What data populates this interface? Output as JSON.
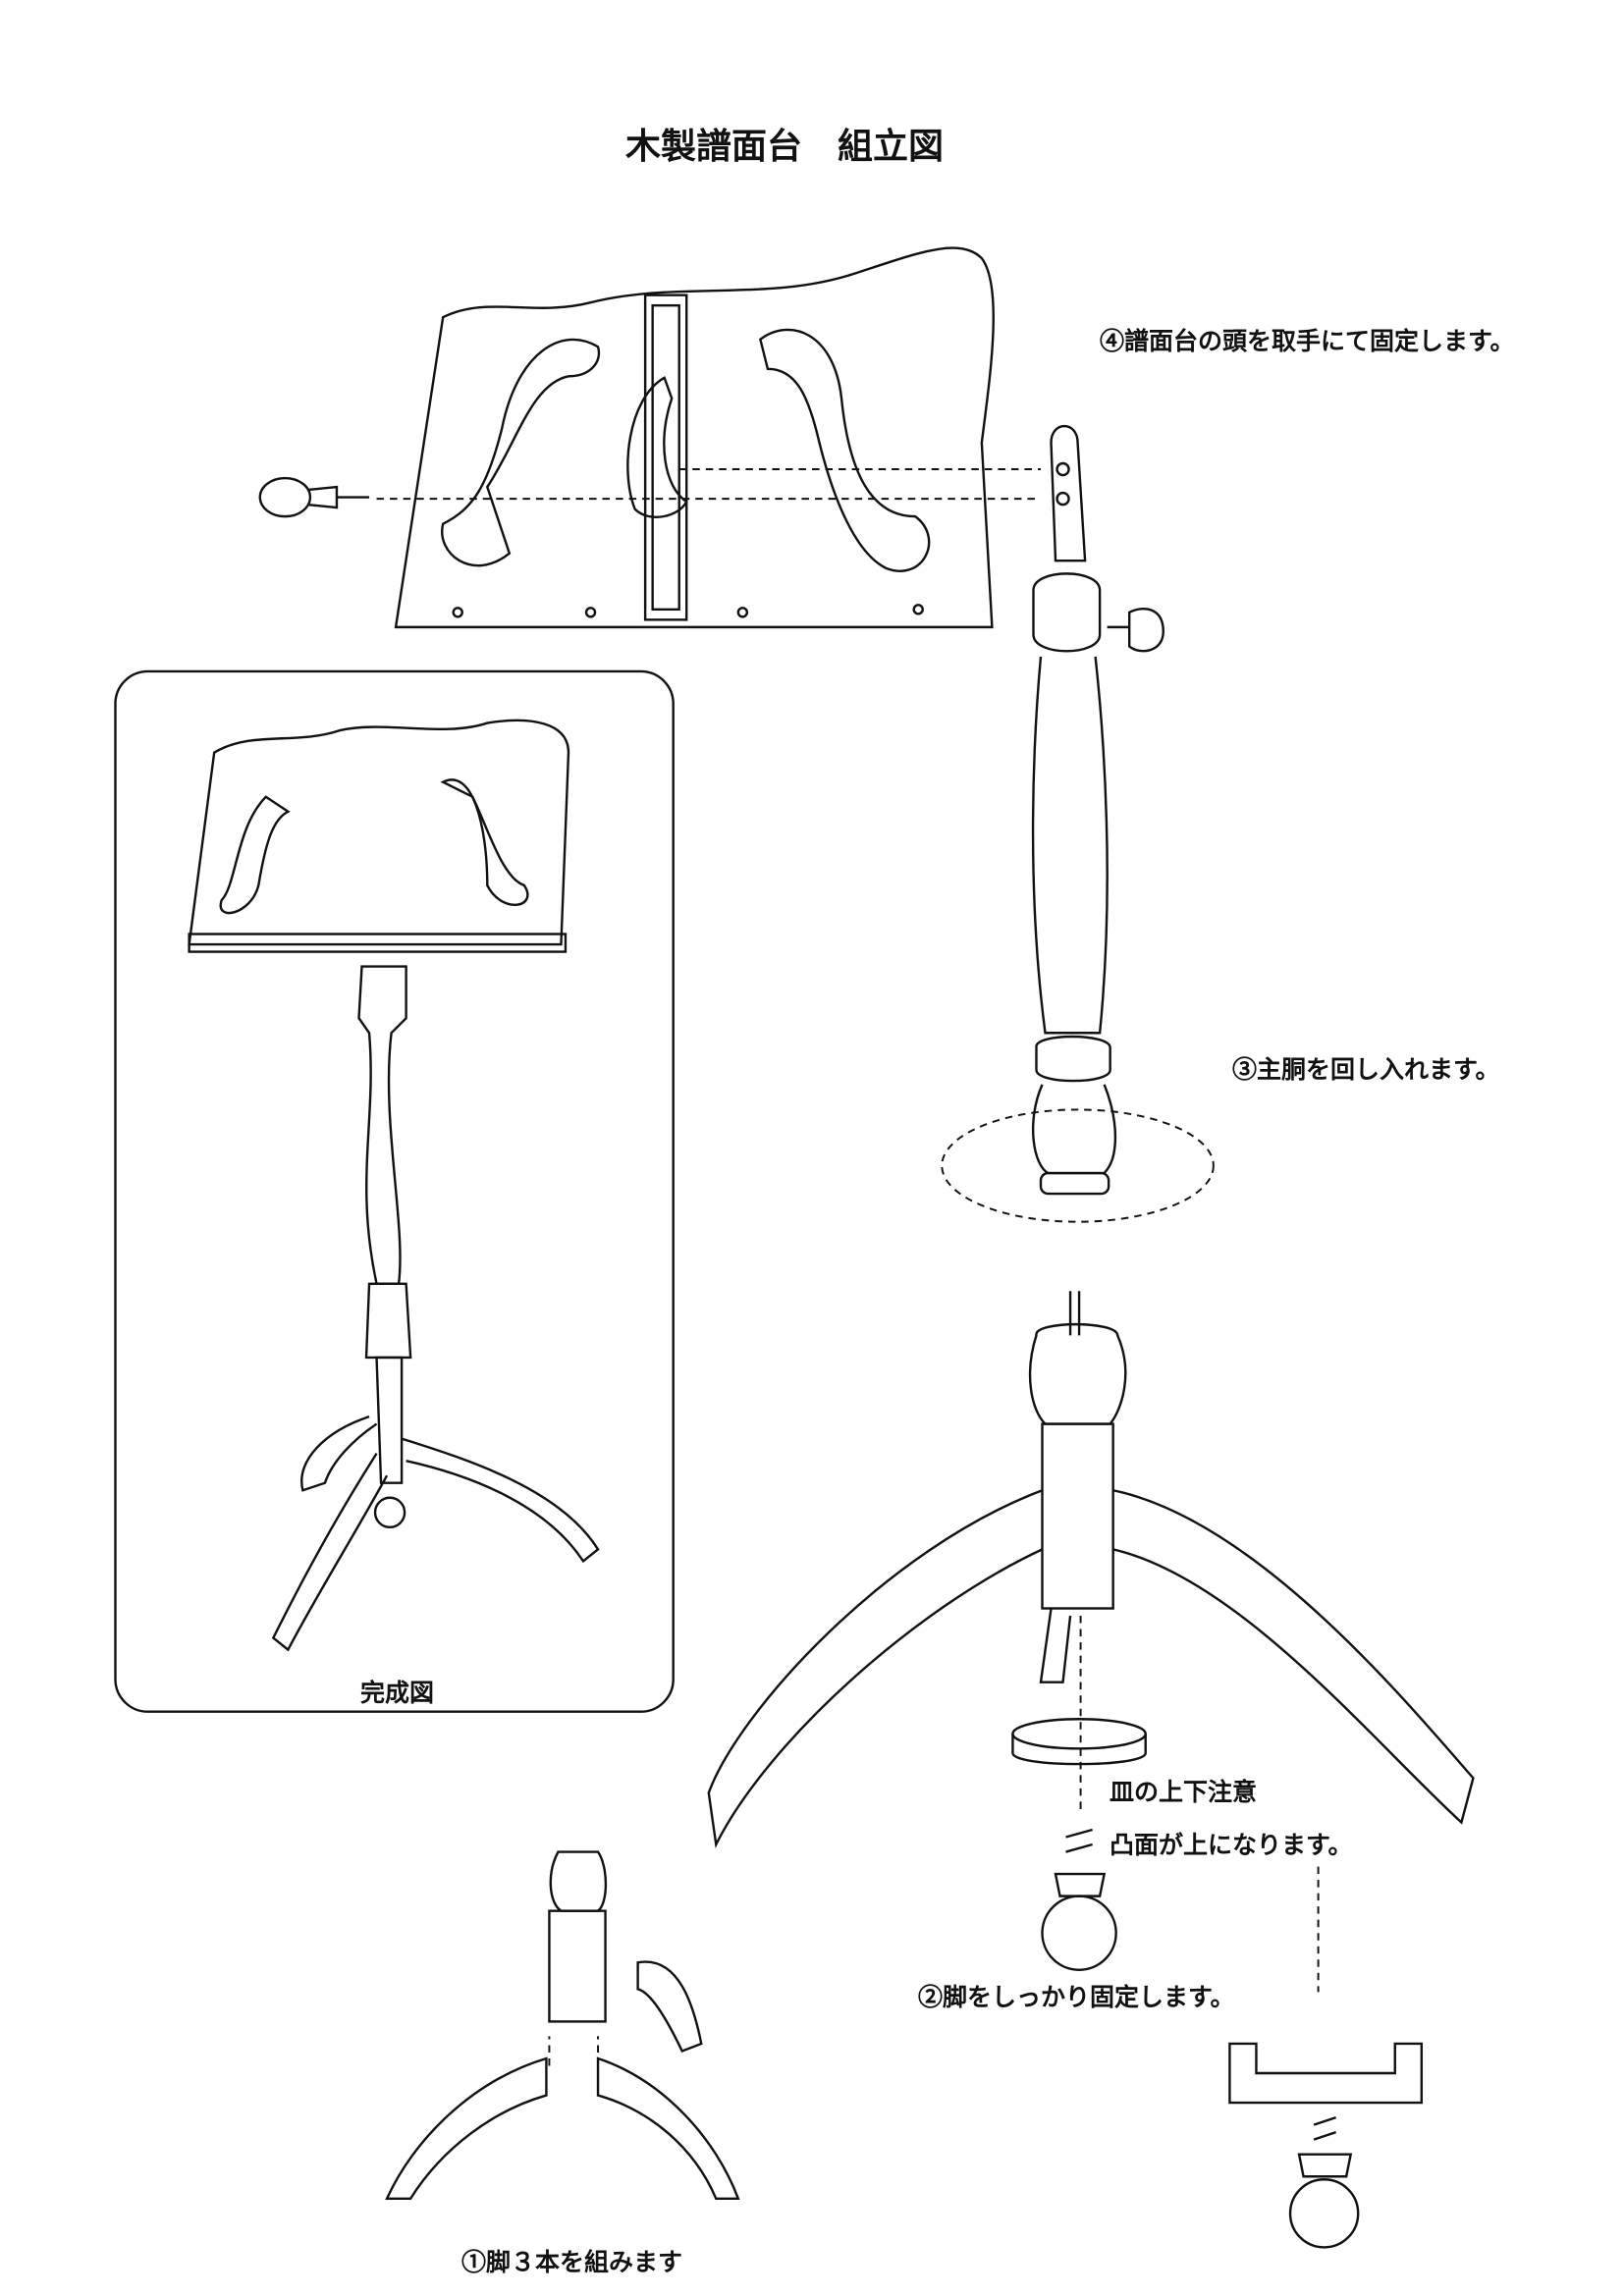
{
  "title": "木製譜面台　組立図",
  "steps": {
    "step4": "④譜面台の頭を取手にて固定します。",
    "step3": "③主胴を回し入れます。",
    "step2": "②脚をしっかり固定します。",
    "step1": "①脚３本を組みます"
  },
  "notes": {
    "plate_line1": "皿の上下注意",
    "plate_line2": "凸面が上になります。"
  },
  "completed_label": "完成図"
}
